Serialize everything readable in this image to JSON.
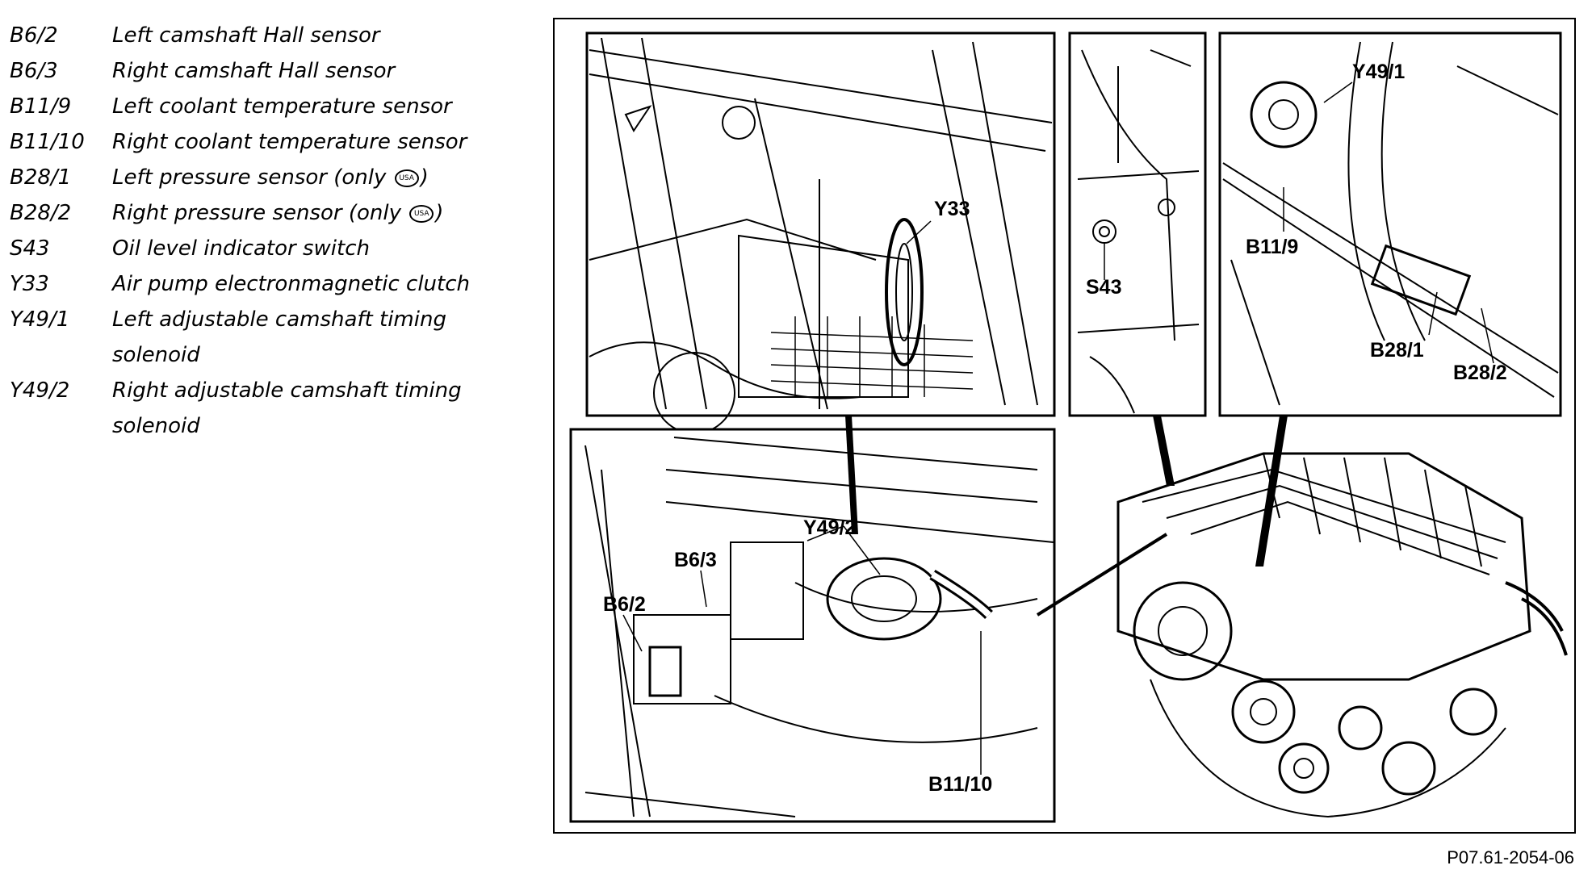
{
  "legend": [
    {
      "code": "B6/2",
      "text": "Left camshaft Hall sensor"
    },
    {
      "code": "B6/3",
      "text": "Right camshaft Hall sensor"
    },
    {
      "code": "B11/9",
      "text": "Left coolant temperature sensor"
    },
    {
      "code": "B11/10",
      "text": "Right coolant temperature sensor"
    },
    {
      "code": "B28/1",
      "text": "Left pressure sensor (only",
      "badge": "USA",
      "suffix": ")"
    },
    {
      "code": "B28/2",
      "text": "Right pressure sensor (only",
      "badge": "USA",
      "suffix": ")"
    },
    {
      "code": "S43",
      "text": "Oil level indicator switch"
    },
    {
      "code": "Y33",
      "text": "Air pump electronmagnetic clutch"
    },
    {
      "code": "Y49/1",
      "text": "Left adjustable camshaft timing solenoid"
    },
    {
      "code": "Y49/2",
      "text": "Right adjustable camshaft timing solenoid"
    }
  ],
  "callouts": {
    "y33": "Y33",
    "s43": "S43",
    "y49_1": "Y49/1",
    "b11_9": "B11/9",
    "b28_1": "B28/1",
    "b28_2": "B28/2",
    "y49_2": "Y49/2",
    "b6_3": "B6/3",
    "b6_2": "B6/2",
    "b11_10": "B11/10"
  },
  "figure_ref": "P07.61-2054-06",
  "colors": {
    "ink": "#000000",
    "paper": "#ffffff"
  }
}
